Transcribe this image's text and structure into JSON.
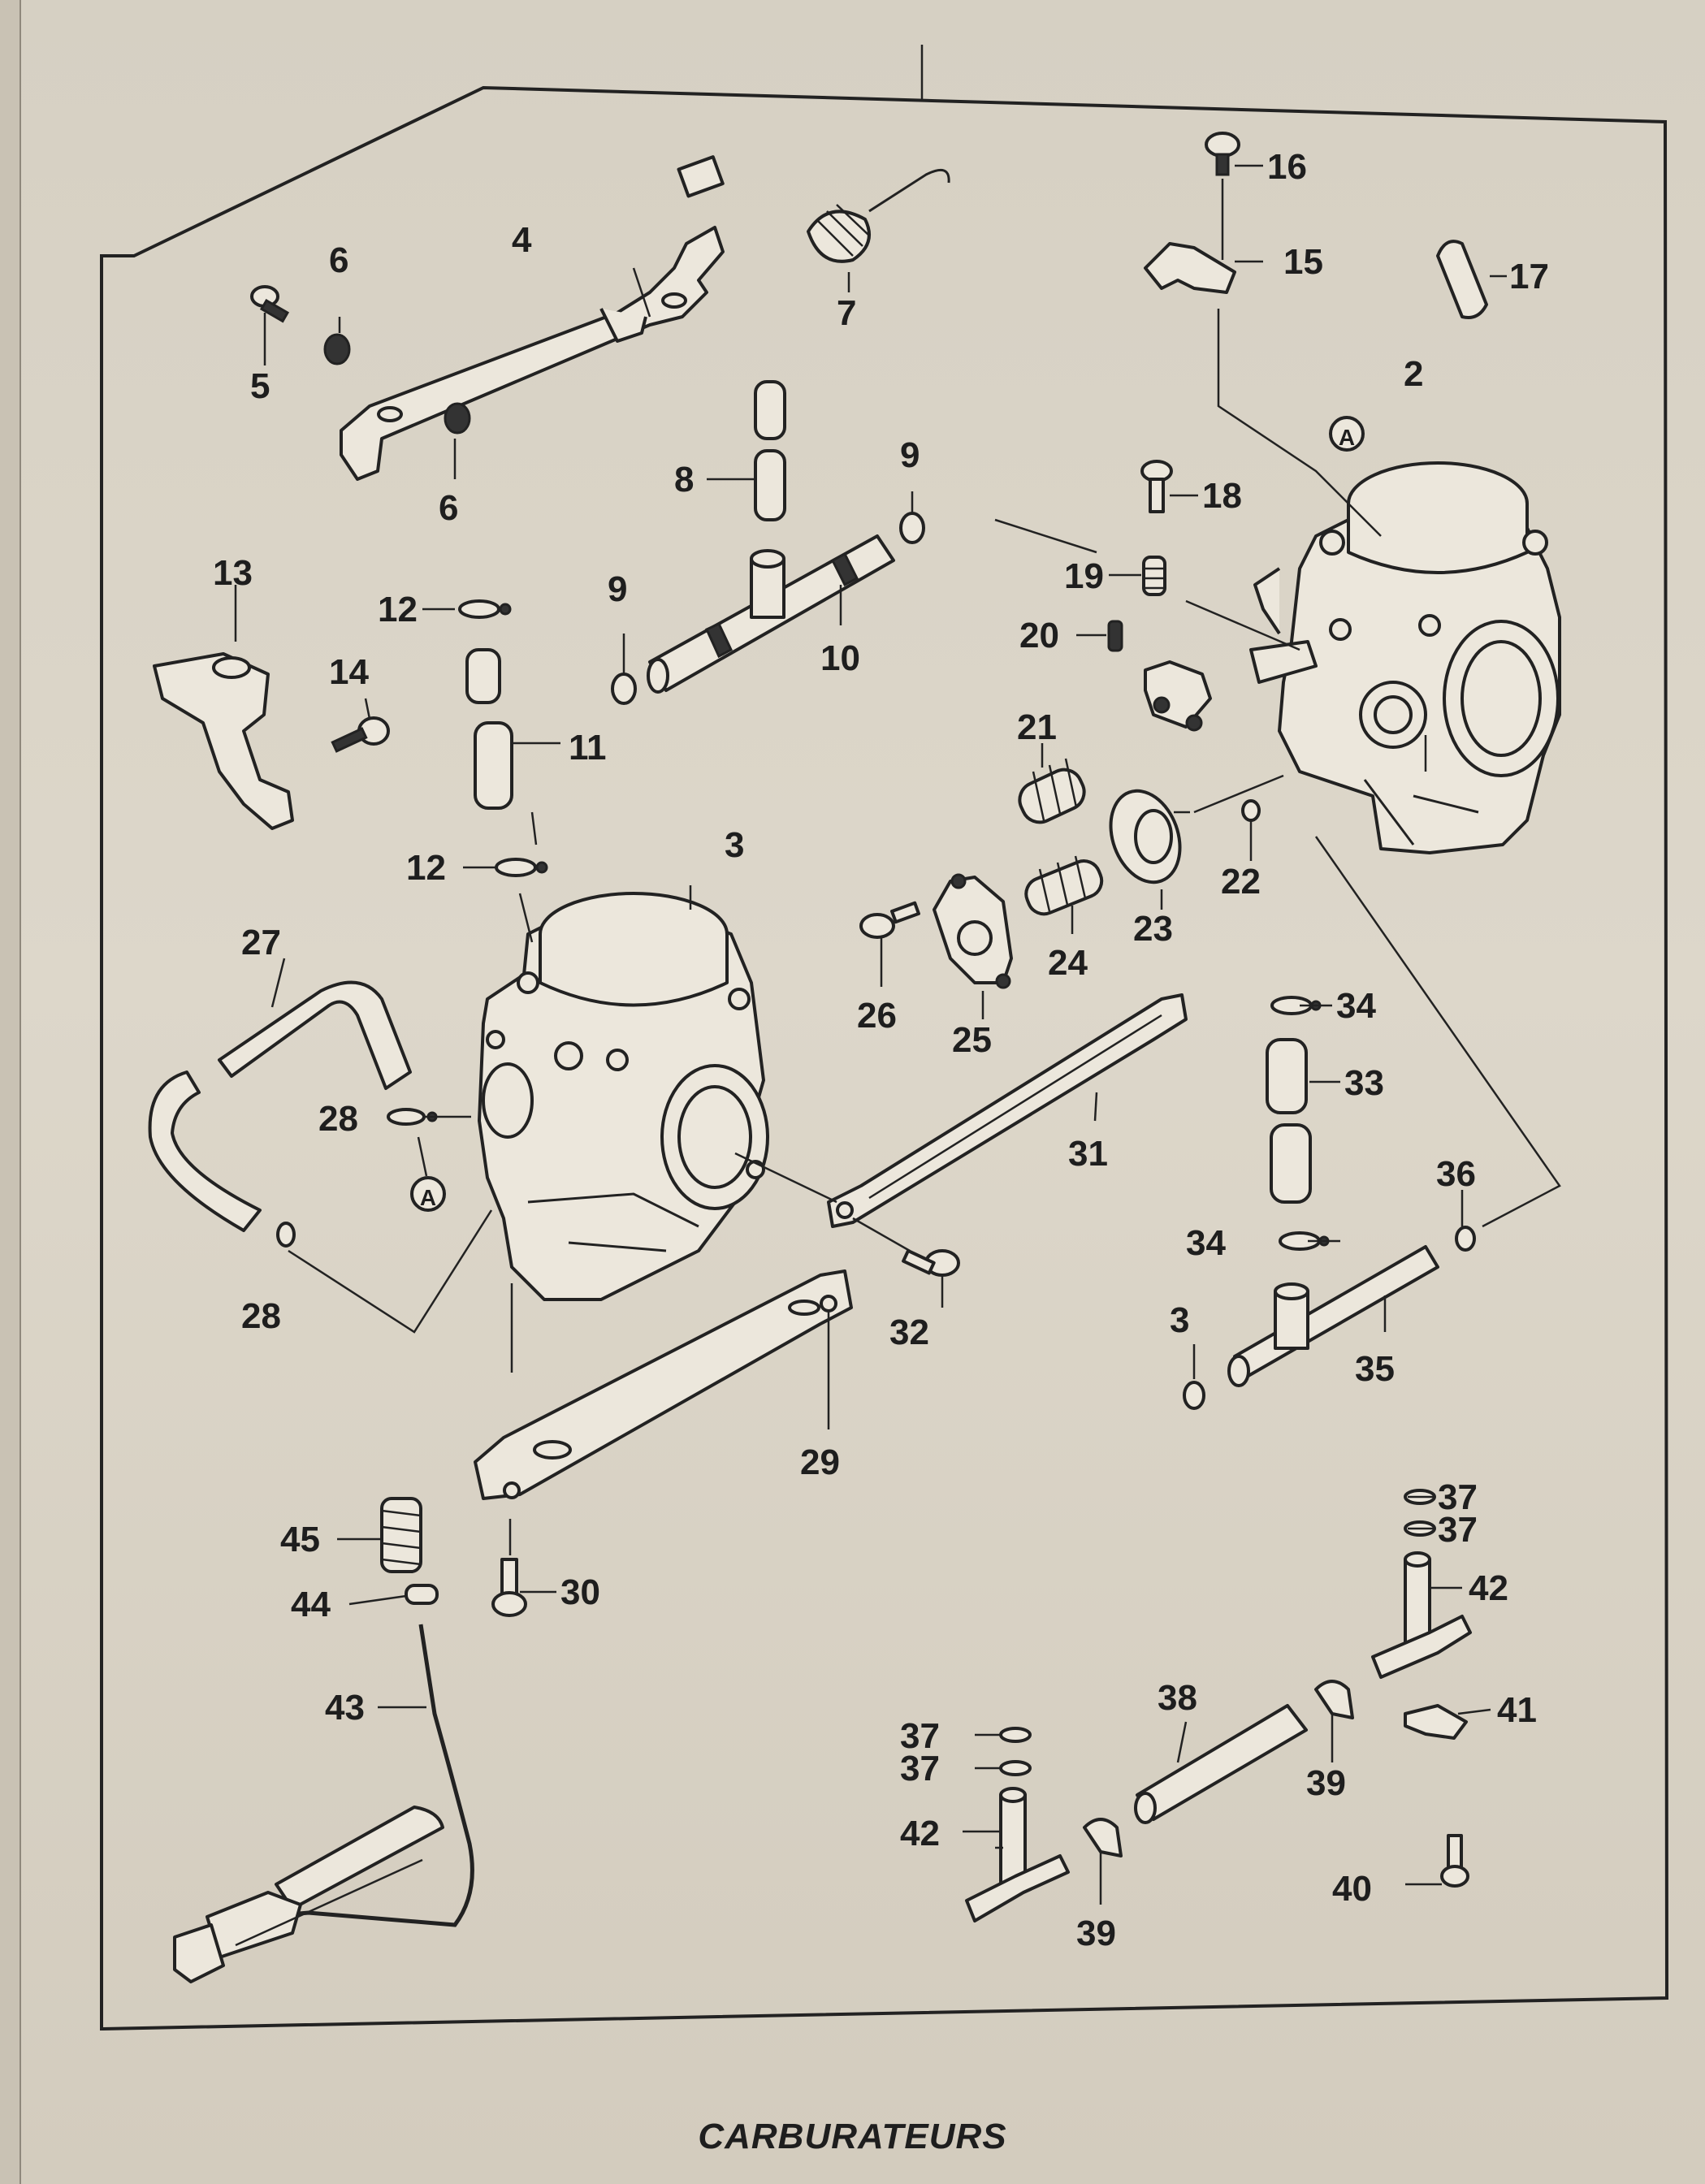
{
  "caption": "CARBURATEURS",
  "labels": {
    "l2": "2",
    "l3": "3",
    "l3b": "3",
    "l4": "4",
    "l5": "5",
    "l6a": "6",
    "l6b": "6",
    "l7": "7",
    "l8": "8",
    "l9a": "9",
    "l9b": "9",
    "l10": "10",
    "l11": "11",
    "l12a": "12",
    "l12b": "12",
    "l13": "13",
    "l14": "14",
    "l15": "15",
    "l16": "16",
    "l17": "17",
    "l18": "18",
    "l19": "19",
    "l20": "20",
    "l21": "21",
    "l22": "22",
    "l23": "23",
    "l24": "24",
    "l25": "25",
    "l26": "26",
    "l27": "27",
    "l28a": "28",
    "l28b": "28",
    "l29": "29",
    "l30": "30",
    "l31": "31",
    "l32": "32",
    "l33": "33",
    "l34a": "34",
    "l34b": "34",
    "l35": "35",
    "l36": "36",
    "l37a": "37",
    "l37b": "37",
    "l37c": "37",
    "l37d": "37",
    "l38": "38",
    "l39a": "39",
    "l39b": "39",
    "l40": "40",
    "l41": "41",
    "l42a": "42",
    "l42b": "42",
    "l43": "43",
    "l44": "44",
    "l45": "45",
    "markA1": "A",
    "markA2": "A"
  }
}
